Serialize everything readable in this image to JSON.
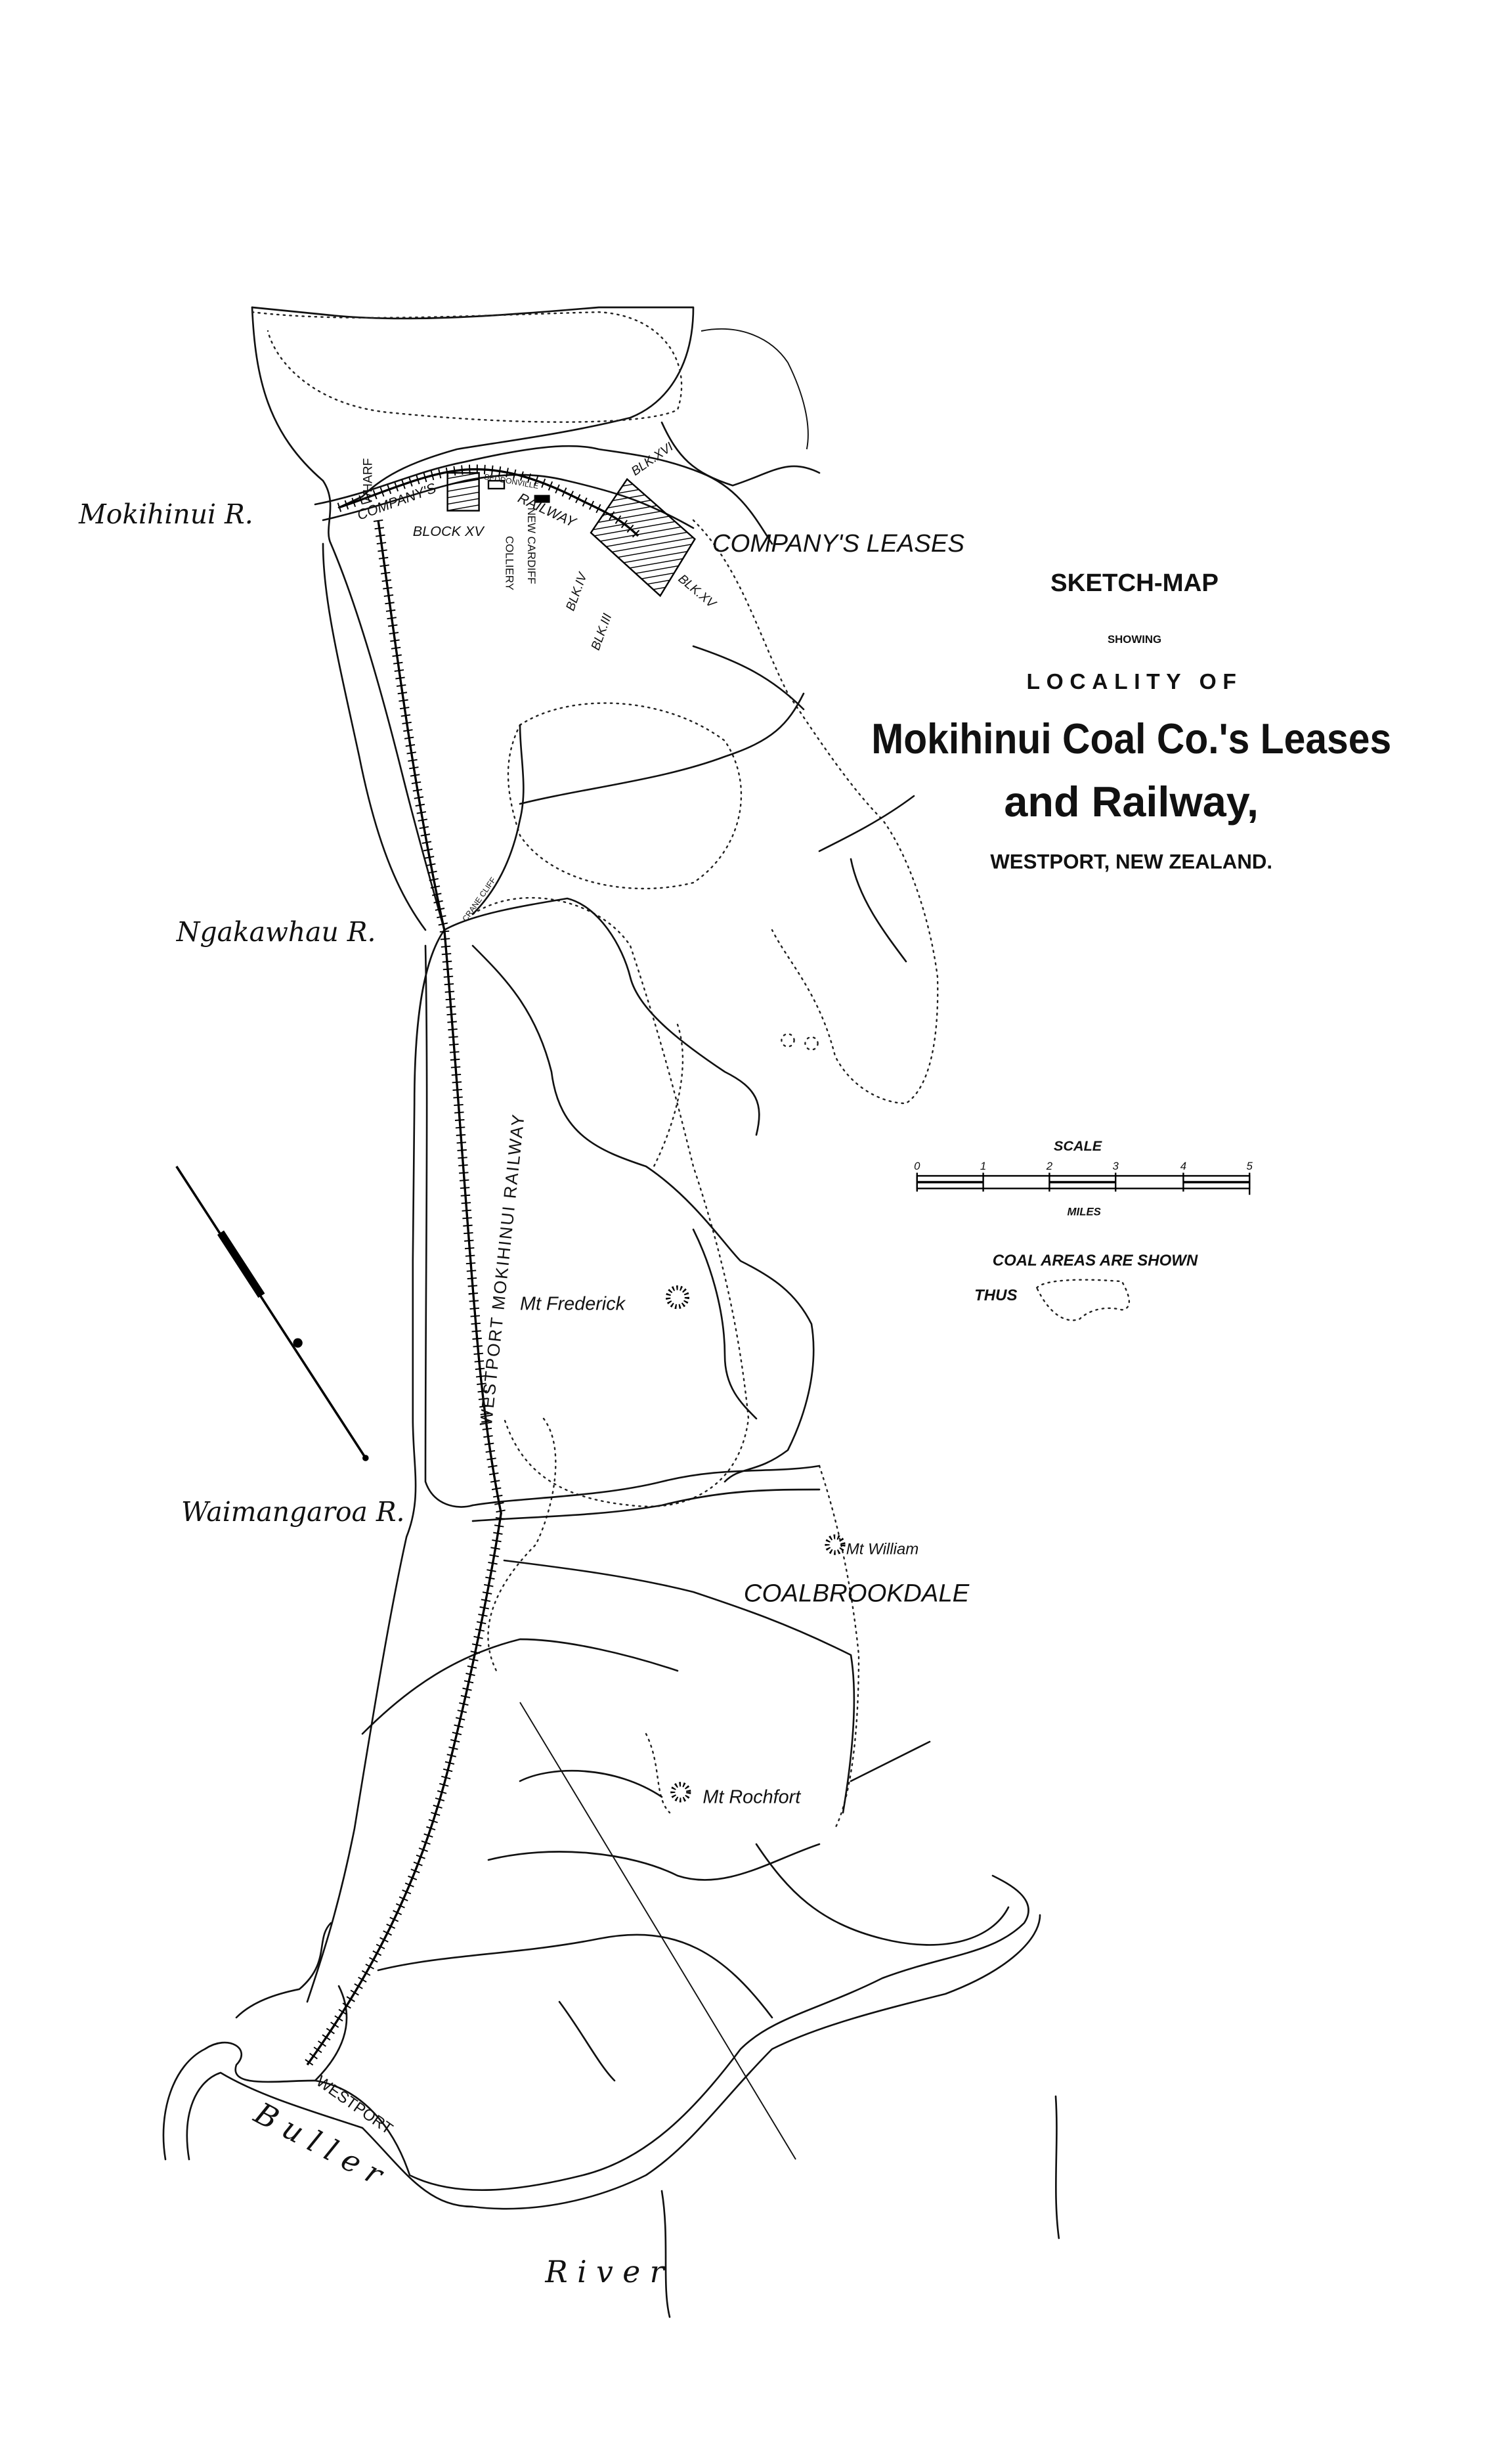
{
  "title_block": {
    "line1": "SKETCH-MAP",
    "line2": "SHOWING",
    "line3": "LOCALITY OF",
    "line4": "Mokihinui Coal Co.'s Leases",
    "line5": "and Railway,",
    "line6": "WESTPORT, NEW ZEALAND."
  },
  "rivers": {
    "mokihinui": "Mokihinui R.",
    "ngakawhau": "Ngakawhau R.",
    "waimangaroa": "Waimangaroa R.",
    "buller": "Buller",
    "river": "River"
  },
  "labels": {
    "wharf": "WHARF",
    "seddonville": "SEDDONVILLE",
    "companys_railway_1": "COMPANY'S",
    "companys_railway_2": "RAILWAY",
    "block_xv": "BLOCK XV",
    "new_cardiff": "NEW CARDIFF",
    "colliery": "COLLIERY",
    "blk_iv": "BLK.IV",
    "blk_iii": "BLK.III",
    "blk_xvi": "BLK.XVI",
    "blk_xv": "BLK.XV",
    "companys_leases": "COMPANY'S LEASES",
    "crane_cliff": "CRANE CLIFF",
    "railway_name": "WESTPORT MOKIHINUI RAILWAY",
    "mt_frederick": "Mt Frederick",
    "mt_william": "Mt William",
    "coalbrookdale": "COALBROOKDALE",
    "mt_rochfort": "Mt Rochfort",
    "westport": "WESTPORT"
  },
  "scale": {
    "title": "SCALE",
    "ticks": [
      "0",
      "1",
      "2",
      "3",
      "4",
      "5"
    ],
    "unit": "MILES"
  },
  "legend": {
    "text": "COAL AREAS ARE SHOWN",
    "thus": "THUS"
  }
}
